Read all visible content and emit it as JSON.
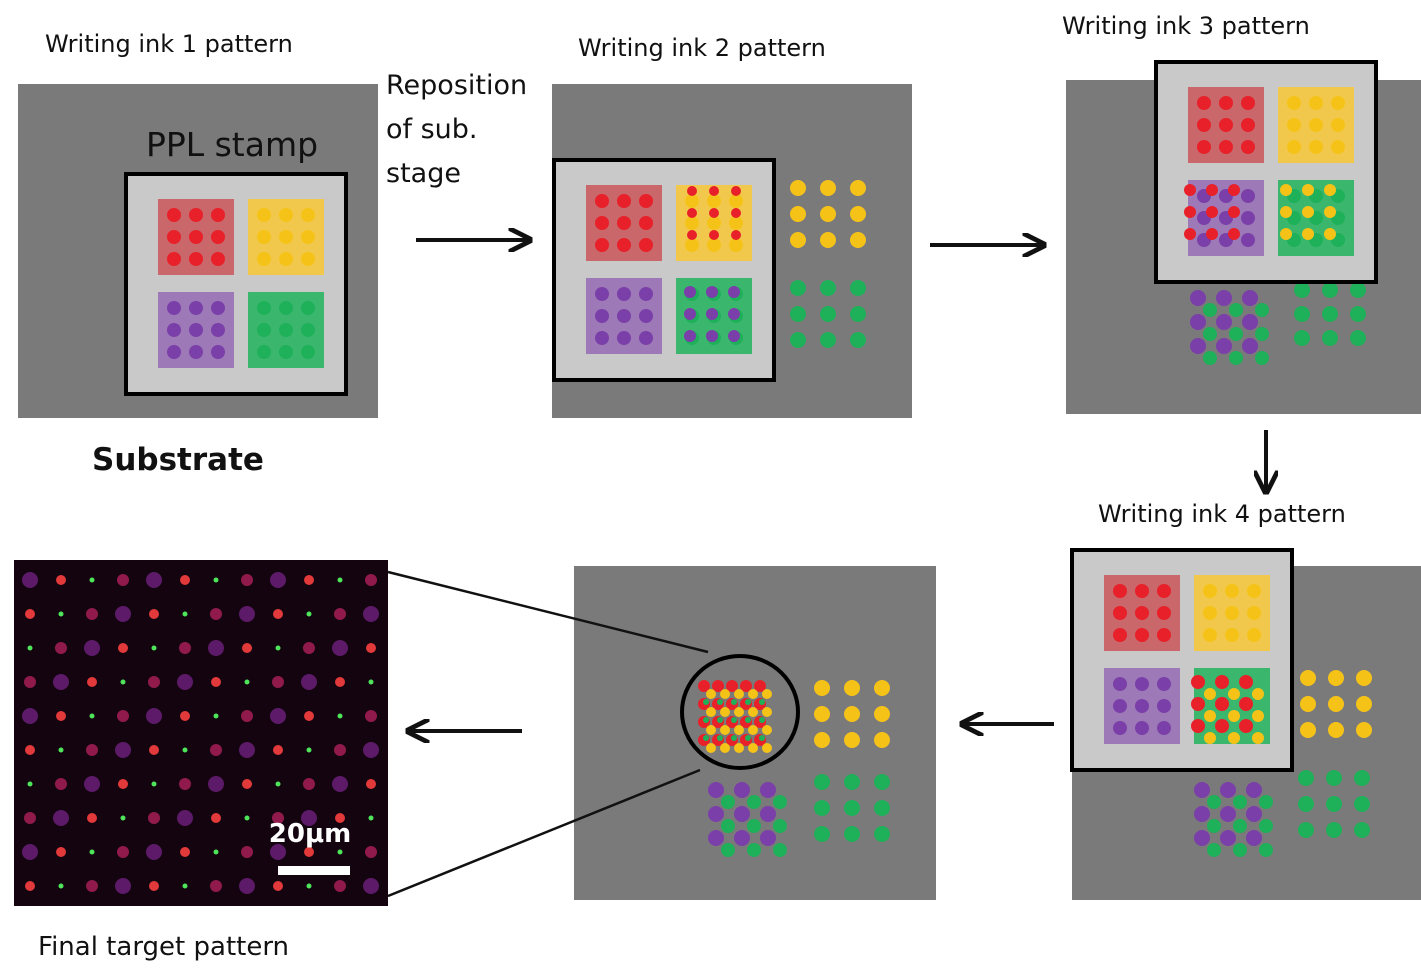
{
  "labels": {
    "panel1_title": "Writing ink 1 pattern",
    "panel2_title": "Writing ink 2 pattern",
    "panel3_title": "Writing ink 3 pattern",
    "panel4_title": "Writing ink 4 pattern",
    "stamp": "PPL stamp",
    "substrate": "Substrate",
    "reposition_line1": "Reposition",
    "reposition_line2": "of sub.",
    "reposition_line3": "stage",
    "final": "Final target pattern",
    "scale_bar": "20μm"
  },
  "colors": {
    "substrate": "#7a7a7a",
    "stamp": "#c9c9c9",
    "ink_red": "#e8202a",
    "ink_yellow": "#f5c318",
    "ink_purple": "#7a3fa8",
    "ink_green": "#1fb05a",
    "pad_red": "#c9676b",
    "pad_yellow": "#f2c84c",
    "pad_purple": "#9d7ab7",
    "pad_green": "#3bb66d",
    "micrograph_bg": "#13040f"
  }
}
